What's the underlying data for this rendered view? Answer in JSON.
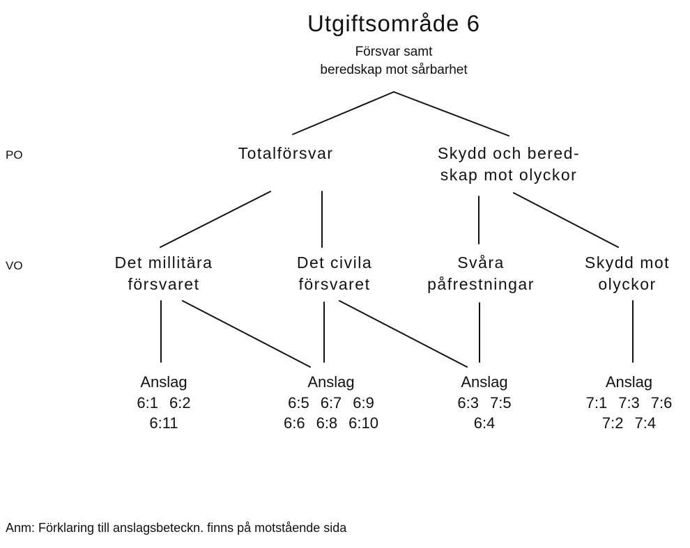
{
  "root": {
    "title": "Utgiftsområde 6",
    "subtitle": [
      "Försvar samt",
      "beredskap mot sårbarhet"
    ]
  },
  "row_labels": {
    "po": "PO",
    "vo": "VO"
  },
  "po": [
    {
      "lines": [
        "Totalförsvar"
      ]
    },
    {
      "lines": [
        "Skydd och bered-",
        "skap mot olyckor"
      ]
    }
  ],
  "vo": [
    {
      "lines": [
        "Det millitära",
        "försvaret"
      ]
    },
    {
      "lines": [
        "Det civila",
        "försvaret"
      ]
    },
    {
      "lines": [
        "Svåra",
        "påfrestningar"
      ]
    },
    {
      "lines": [
        "Skydd mot",
        "olyckor"
      ]
    }
  ],
  "anslag": [
    {
      "label": "Anslag",
      "rows": [
        [
          "6:1",
          "6:2"
        ],
        [
          "6:11"
        ]
      ]
    },
    {
      "label": "Anslag",
      "rows": [
        [
          "6:5",
          "6:7",
          "6:9"
        ],
        [
          "6:6",
          "6:8",
          "6:10"
        ]
      ]
    },
    {
      "label": "Anslag",
      "rows": [
        [
          "6:3",
          "7:5"
        ],
        [
          "6:4"
        ]
      ]
    },
    {
      "label": "Anslag",
      "rows": [
        [
          "7:1",
          "7:3",
          "7:6"
        ],
        [
          "7:2",
          "7:4"
        ]
      ]
    }
  ],
  "note": "Anm: Förklaring till anslagsbeteckn. finns på motstående sida",
  "colors": {
    "line": "#111111",
    "text": "#111111",
    "background": "#ffffff"
  }
}
